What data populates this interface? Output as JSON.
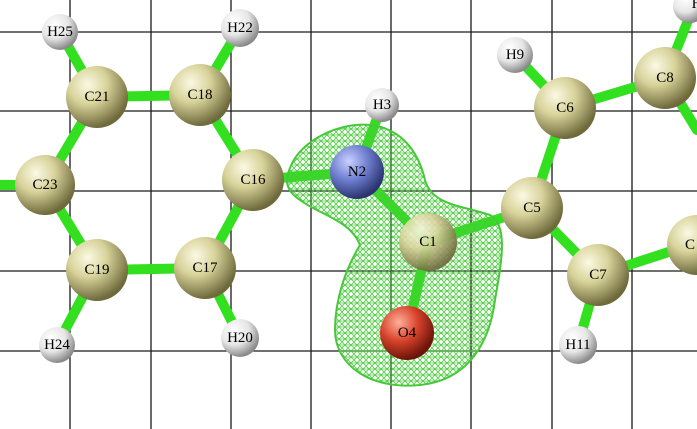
{
  "colors": {
    "background": "#ffffff",
    "grid": "#1a1a1a",
    "bond": "#33e01f",
    "carbon": "#d8d39a",
    "hydrogen": "#f2f2f2",
    "nitrogen": "#6f7fd0",
    "oxygen": "#d8432b",
    "mesh": "#47c83a"
  },
  "atoms": {
    "h25": "H25",
    "h22": "H22",
    "h3": "H3",
    "h9": "H9",
    "h_top": "H",
    "c21": "C21",
    "c18": "C18",
    "c16": "C16",
    "c23": "C23",
    "c19": "C19",
    "c17": "C17",
    "h24": "H24",
    "h20": "H20",
    "n2": "N2",
    "c1": "C1",
    "o4": "O4",
    "c5": "C5",
    "c6": "C6",
    "c8": "C8",
    "c7": "C7",
    "h11": "H11",
    "c_right": "C"
  }
}
